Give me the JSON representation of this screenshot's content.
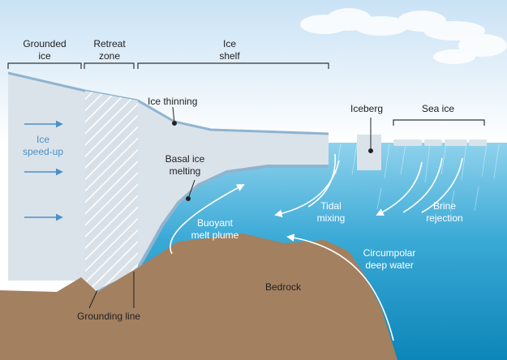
{
  "labels": {
    "grounded_ice": [
      "Grounded",
      "ice"
    ],
    "retreat_zone": [
      "Retreat",
      "zone"
    ],
    "ice_shelf": [
      "Ice",
      "shelf"
    ],
    "ice_thinning": "Ice thinning",
    "iceberg": "Iceberg",
    "sea_ice": "Sea ice",
    "ice_speed_up": [
      "Ice",
      "speed-up"
    ],
    "basal_ice_melting": [
      "Basal ice",
      "melting"
    ],
    "tidal_mixing": [
      "Tidal",
      "mixing"
    ],
    "brine_rejection": [
      "Brine",
      "rejection"
    ],
    "buoyant_melt_plume": [
      "Buoyant",
      "melt plume"
    ],
    "circumpolar_deep_water": [
      "Circumpolar",
      "deep water"
    ],
    "bedrock": "Bedrock",
    "grounding_line": "Grounding line"
  },
  "colors": {
    "sky_top": "#d6e9f7",
    "ocean_surface": "#6cc0e2",
    "ocean_deep": "#0f8fbf",
    "ice": "#dbe3ea",
    "ice_edge": "#8fb4d0",
    "bedrock": "#a3805f",
    "arrow_blue": "#4a90c9"
  }
}
